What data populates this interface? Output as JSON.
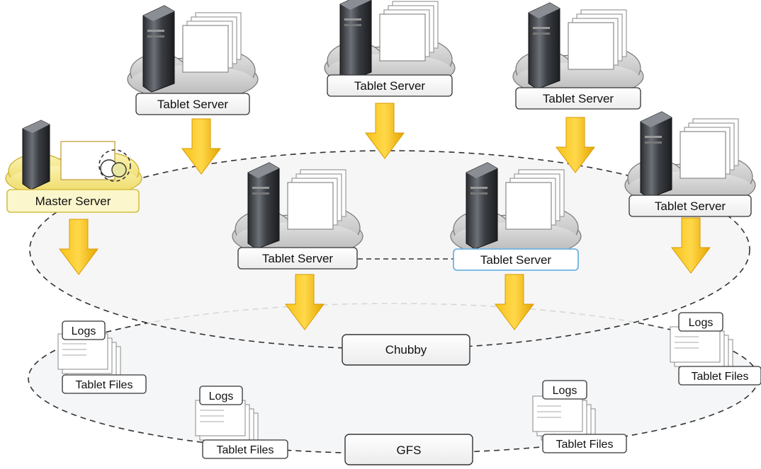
{
  "diagram": {
    "master": {
      "label": "Master Server"
    },
    "tablet_servers": [
      {
        "label": "Tablet Server"
      },
      {
        "label": "Tablet Server"
      },
      {
        "label": "Tablet Server"
      },
      {
        "label": "Tablet Server"
      },
      {
        "label": "Tablet Server"
      },
      {
        "label": "Tablet Server"
      }
    ],
    "chubby": {
      "label": "Chubby"
    },
    "gfs": {
      "label": "GFS"
    },
    "file_groups": [
      {
        "logs": "Logs",
        "files": "Tablet Files"
      },
      {
        "logs": "Logs",
        "files": "Tablet Files"
      },
      {
        "logs": "Logs",
        "files": "Tablet Files"
      },
      {
        "logs": "Logs",
        "files": "Tablet Files"
      }
    ],
    "colors": {
      "arrow": "#f5b800",
      "master_highlight": "#f7eb8a",
      "cloud": "#c9c9c9",
      "ellipse_fill": "#f4f5f6",
      "selected_border": "#6fb4e0"
    }
  }
}
